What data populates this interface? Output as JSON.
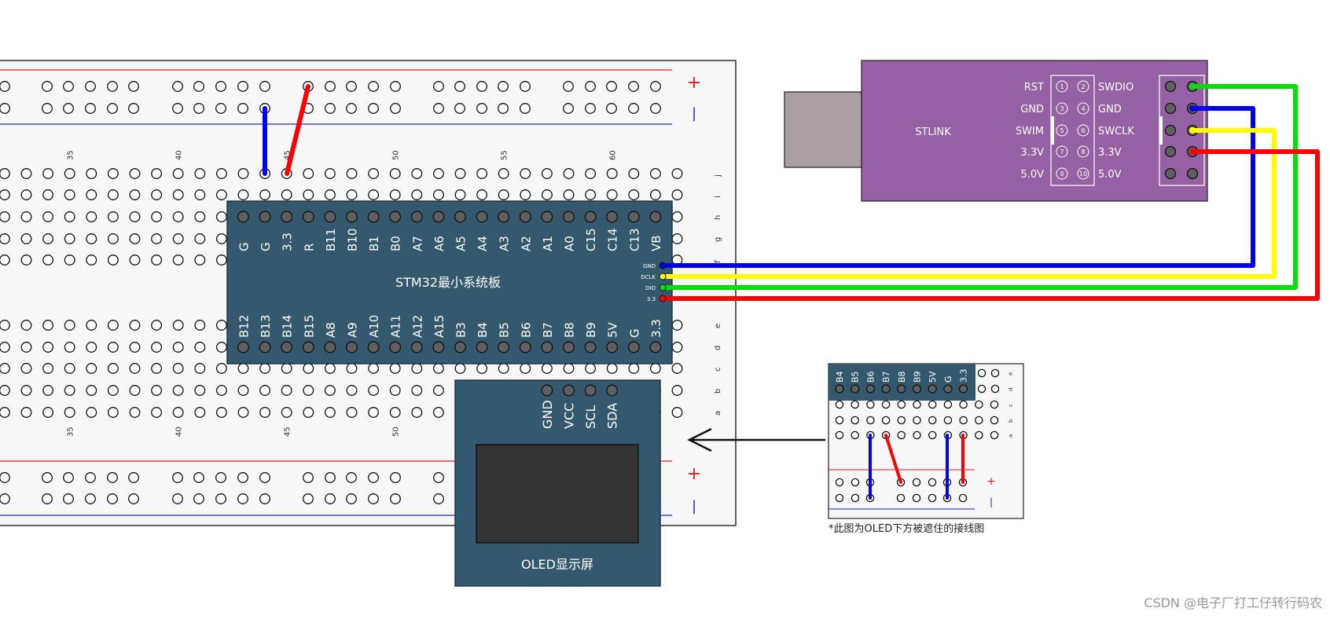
{
  "breadboard": {
    "col_numbers": [
      "35",
      "40",
      "45",
      "50",
      "55",
      "60"
    ],
    "col_numbers_bottom": [
      "35",
      "40",
      "45",
      "50"
    ],
    "row_letters_top": [
      "j",
      "i",
      "h",
      "g",
      "f"
    ],
    "row_letters_bottom": [
      "e",
      "d",
      "c",
      "b",
      "a"
    ],
    "rail_plus": "+",
    "rail_minus": "|"
  },
  "stm32": {
    "title": "STM32最小系统板",
    "top_pins": [
      "G",
      "G",
      "3.3",
      "R",
      "B11",
      "B10",
      "B1",
      "B0",
      "A7",
      "A6",
      "A5",
      "A4",
      "A3",
      "A2",
      "A1",
      "A0",
      "C15",
      "C14",
      "C13",
      "VB"
    ],
    "bottom_pins": [
      "B12",
      "B13",
      "B14",
      "B15",
      "A8",
      "A9",
      "A10",
      "A11",
      "A12",
      "A15",
      "B3",
      "B4",
      "B5",
      "B6",
      "B7",
      "B8",
      "B9",
      "5V",
      "G",
      "3.3"
    ],
    "debug_pins": [
      "GND",
      "DCLK",
      "DIO",
      "3.3"
    ],
    "color": "#34596f"
  },
  "stlink": {
    "label": "STLINK",
    "left_labels": [
      "RST",
      "GND",
      "SWIM",
      "3.3V",
      "5.0V"
    ],
    "right_labels": [
      "SWDIO",
      "GND",
      "SWCLK",
      "3.3V",
      "5.0V"
    ],
    "pin_numbers_left": [
      "1",
      "3",
      "5",
      "7",
      "9"
    ],
    "pin_numbers_right": [
      "2",
      "4",
      "6",
      "8",
      "10"
    ],
    "color": "#9661a4"
  },
  "oled": {
    "pins": [
      "GND",
      "VCC",
      "SCL",
      "SDA"
    ],
    "title": "OLED显示屏"
  },
  "inset": {
    "pins": [
      "B4",
      "B5",
      "B6",
      "B7",
      "B8",
      "B9",
      "5V",
      "G",
      "3.3"
    ],
    "row_letters": [
      "e",
      "d",
      "c",
      "b",
      "a"
    ],
    "caption": "*此图为OLED下方被遮住的接线图"
  },
  "wire_colors": {
    "gnd": "#0000ee",
    "clk": "#ffff00",
    "dio": "#00e000",
    "vcc": "#ff0000"
  },
  "watermark": "CSDN @电子厂打工仔转行码农"
}
